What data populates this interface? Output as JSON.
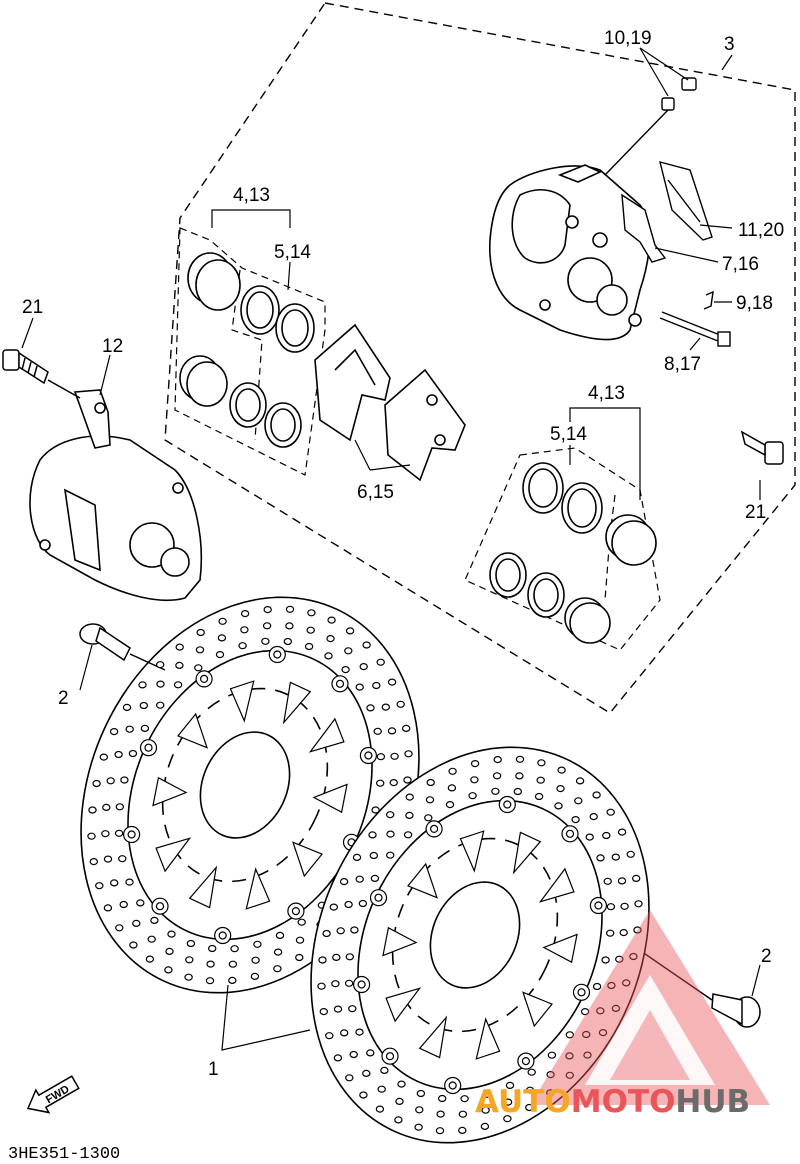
{
  "labels": {
    "l3": "3",
    "l10_19": "10,19",
    "l11_20": "11,20",
    "l7_16": "7,16",
    "l9_18": "9,18",
    "l8_17": "8,17",
    "l4_13_top": "4,13",
    "l5_14_top": "5,14",
    "l6_15": "6,15",
    "l4_13_right": "4,13",
    "l5_14_right": "5,14",
    "l21_left": "21",
    "l21_right": "21",
    "l12": "12",
    "l2_left": "2",
    "l2_right": "2",
    "l1": "1"
  },
  "fwd_label": "FWD",
  "diagram_code": "3HE351-1300",
  "watermark": {
    "part1": "AUTO",
    "part2": "MOTO",
    "part3": "HUB",
    "color_orange": "#f5a623",
    "color_red": "#e8555a",
    "color_gray": "#6b6b6b"
  }
}
